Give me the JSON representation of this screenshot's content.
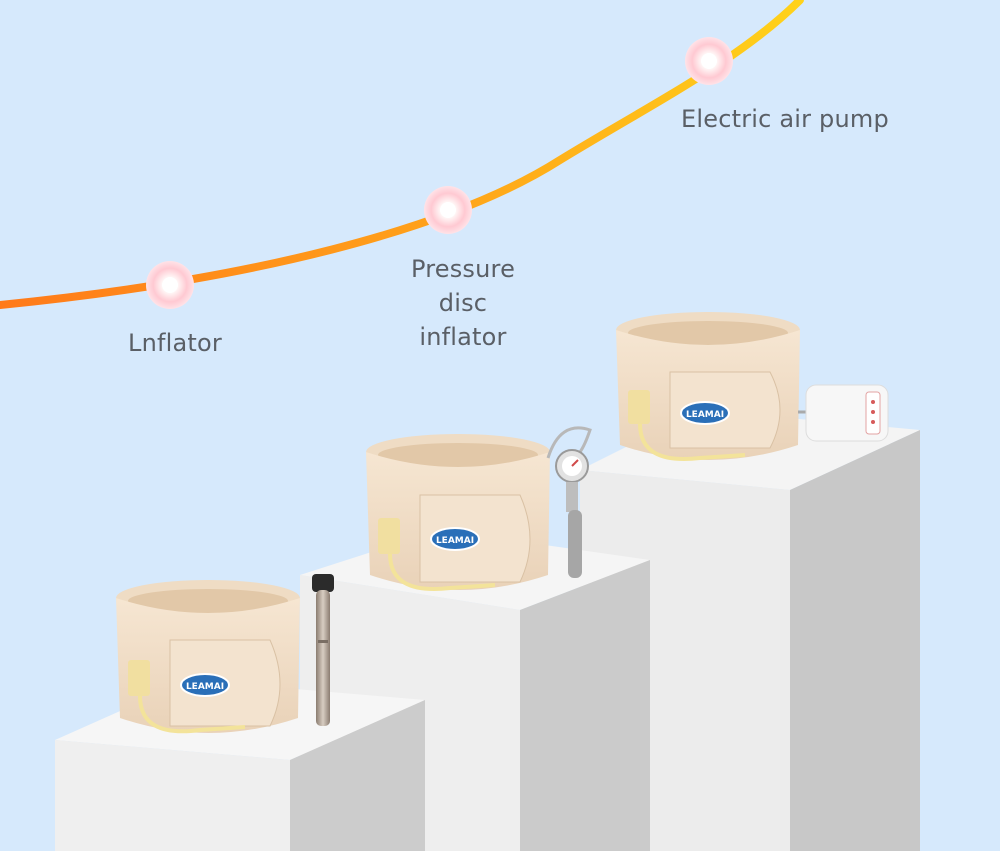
{
  "labels": {
    "level_1": "Lnflator",
    "level_2": "Pressure disc\ninflator",
    "level_3": "Electric air pump"
  },
  "products": {
    "logo_text": "LEAMAI"
  },
  "colors": {
    "background": "#d6e9fc",
    "curve_start": "#ff7a1a",
    "curve_end": "#ffd21a",
    "belt": "#f0dcc4",
    "step_light": "#f2f2f2",
    "step_shadow": "#c9c9c9",
    "logo_blue": "#2a6fb8"
  }
}
